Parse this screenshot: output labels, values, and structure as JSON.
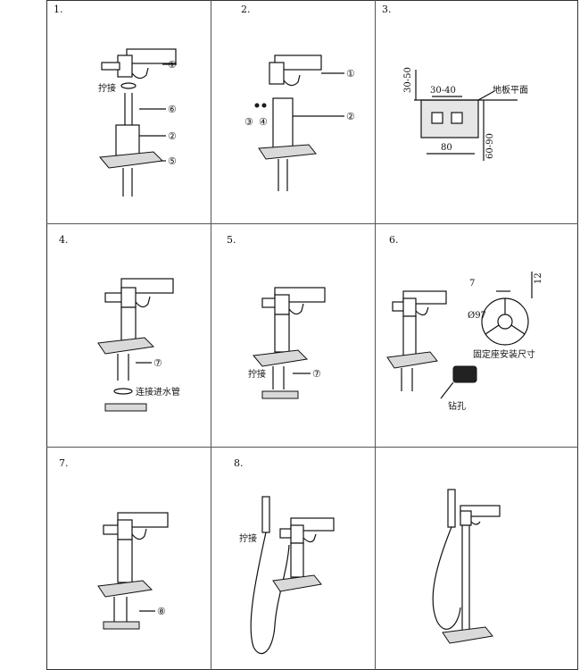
{
  "steps": [
    {
      "number": "1.",
      "callouts": [
        "①",
        "⑥",
        "②",
        "⑤"
      ],
      "labels": [
        "拧接"
      ]
    },
    {
      "number": "2.",
      "callouts": [
        "①",
        "②",
        "③",
        "④"
      ],
      "labels": []
    },
    {
      "number": "3.",
      "labels": [
        "地板平面"
      ],
      "dimensions": [
        "30-50",
        "30-40",
        "80",
        "60-90"
      ]
    },
    {
      "number": "4.",
      "callouts": [
        "⑦"
      ],
      "labels": [
        "连接进水管"
      ]
    },
    {
      "number": "5.",
      "callouts": [
        "⑦"
      ],
      "labels": [
        "拧接"
      ]
    },
    {
      "number": "6.",
      "labels": [
        "固定座安装尺寸",
        "钻孔"
      ],
      "dimensions": [
        "7",
        "12",
        "Ø97"
      ]
    },
    {
      "number": "7.",
      "callouts": [
        "⑧"
      ],
      "labels": []
    },
    {
      "number": "8.",
      "callouts": [],
      "labels": [
        "拧接"
      ]
    },
    {
      "number": "",
      "callouts": [],
      "labels": []
    }
  ]
}
